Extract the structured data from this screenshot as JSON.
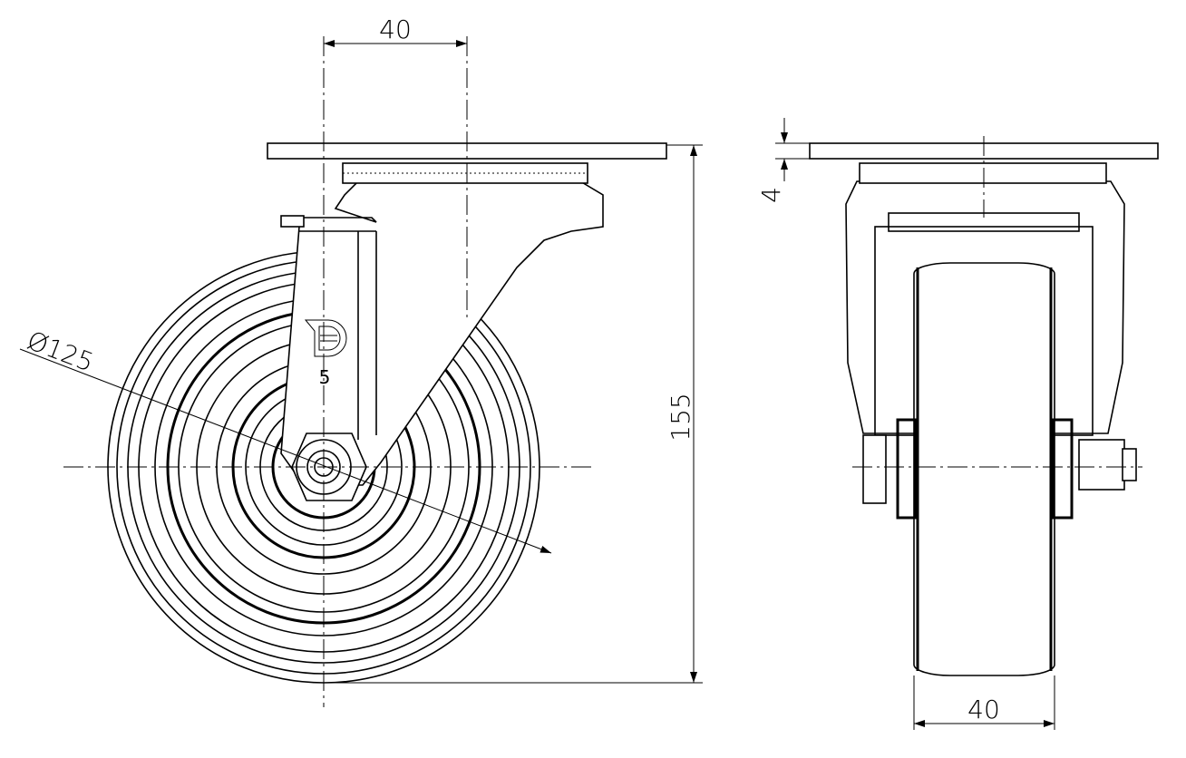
{
  "drawing": {
    "front_view": {
      "dim_offset": "40",
      "dim_diameter": "Ø125",
      "dim_height": "155",
      "logo_text": "D",
      "load_class": "5"
    },
    "side_view": {
      "dim_plate_thickness": "4",
      "dim_wheel_width": "40"
    }
  }
}
